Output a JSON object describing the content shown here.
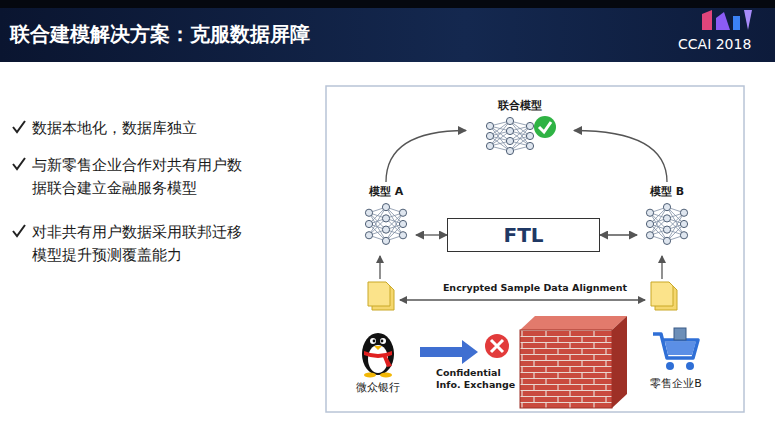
{
  "diagram": {
    "title": "联合建模解决方案：克服数据屏障",
    "nodes": [
      {
        "text": [
          "联合模型"
        ]
      },
      {
        "text": [
          "模型 A"
        ]
      },
      {
        "text": [
          "FTL"
        ]
      },
      {
        "text": [
          "模型 B"
        ]
      },
      {
        "text": [
          "微众银行"
        ]
      },
      {
        "text": [
          "零售企业B"
        ]
      }
    ],
    "edges": [
      {
        "from": 1,
        "to": 0,
        "arrow": "to"
      },
      {
        "from": 3,
        "to": 0,
        "arrow": "to"
      },
      {
        "from": 1,
        "to": 2,
        "arrow": "both"
      },
      {
        "from": 2,
        "to": 3,
        "arrow": "both"
      }
    ],
    "labels": [
      "CCAI 2018",
      "数据本地化，数据库独立",
      "与新零售企业合作对共有用户数据联合建立金融服务模型",
      "对非共有用户数据采用联邦迁移模型提升预测覆盖能力",
      "Encrypted Sample Data Alignment",
      "Confidential Info. Exchange"
    ]
  }
}
